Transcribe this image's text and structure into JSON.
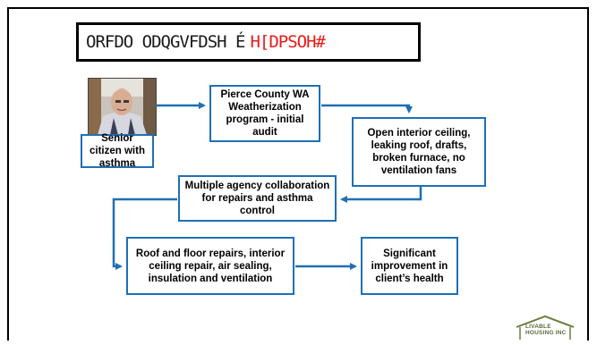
{
  "title": {
    "main": "ORFDO ODQGVFDSH É",
    "highlight": "H[DPSOH#"
  },
  "nodes": {
    "senior": "Senior citizen with asthma",
    "pierce": "Pierce County WA Weatherization program - initial audit",
    "open": "Open interior ceiling, leaking roof, drafts, broken furnace, no ventilation fans",
    "multiple": "Multiple agency collaboration for repairs and asthma control",
    "roof": "Roof and floor repairs, interior ceiling repair, air sealing, insulation and ventilation",
    "significant": "Significant improvement in client’s health"
  },
  "logo": {
    "line1": "LIVABLE",
    "line2": "HOUSING INC"
  },
  "colors": {
    "arrow": "#1f6fb5",
    "title_highlight": "#e81a1a",
    "logo": "#5a6b3a"
  }
}
